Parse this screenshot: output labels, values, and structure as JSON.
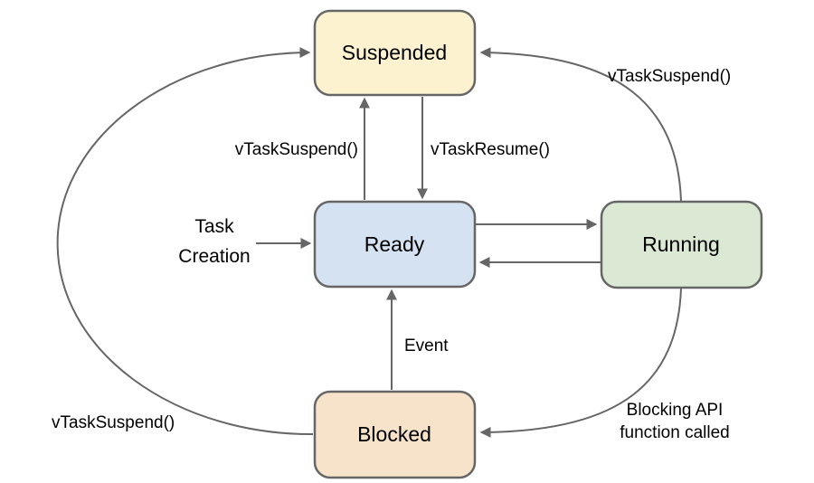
{
  "colors": {
    "stroke": "#666666",
    "text": "#000000",
    "background": "#ffffff"
  },
  "states": {
    "suspended": {
      "label": "Suspended",
      "fill": "#fdf2cf"
    },
    "ready": {
      "label": "Ready",
      "fill": "#d5e2f1"
    },
    "running": {
      "label": "Running",
      "fill": "#dbe8d4"
    },
    "blocked": {
      "label": "Blocked",
      "fill": "#f6e3c9"
    }
  },
  "labels": {
    "ready_to_suspended": "vTaskSuspend()",
    "suspended_to_ready": "vTaskResume()",
    "running_to_suspended": "vTaskSuspend()",
    "blocked_to_suspended": "vTaskSuspend()",
    "event": "Event",
    "task_creation_line1": "Task",
    "task_creation_line2": "Creation",
    "blocking_line1": "Blocking API",
    "blocking_line2": "function called"
  }
}
